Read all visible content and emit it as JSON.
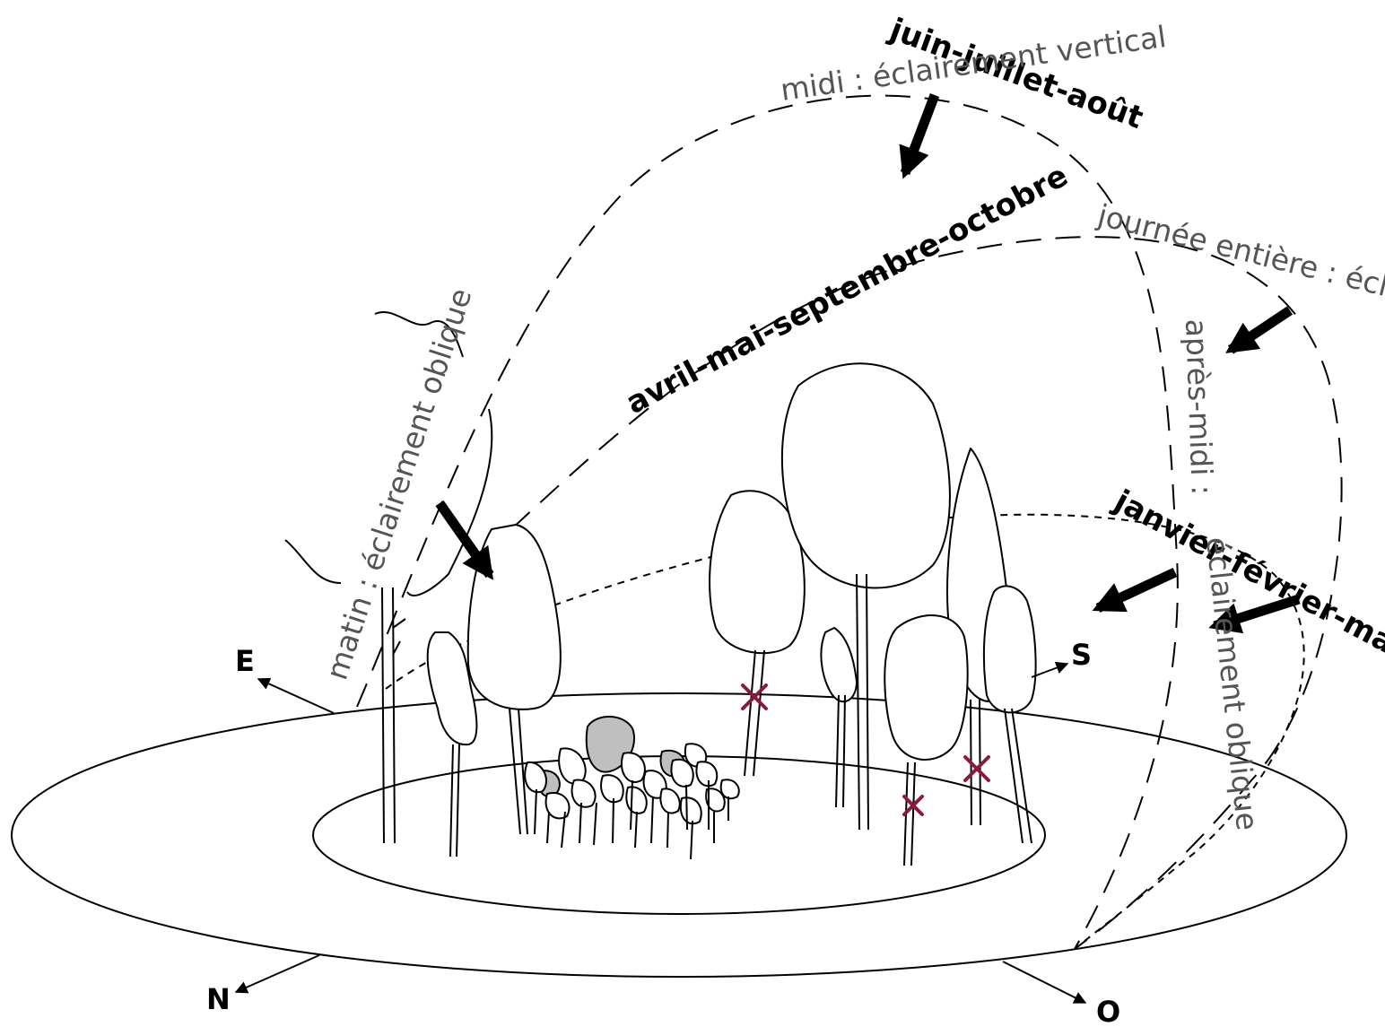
{
  "seasons": {
    "summer": "juin-juillet-août",
    "spring_autumn": "avril-mai-septembre-octobre",
    "winter": "janvier-février-mars-novembre-décembre"
  },
  "lighting": {
    "noon": "midi : éclairement vertical",
    "morning": "matin : éclairement oblique",
    "full_day": "journée entière : éclairement oblique",
    "afternoon_a": "après-midi :",
    "afternoon_b": "éclairement oblique"
  },
  "cardinal": {
    "east": "E",
    "south": "S",
    "north": "N",
    "west": "O"
  },
  "colors": {
    "ink": "#000000",
    "light_label": "#555555",
    "cross_marker": "#8b1a3f",
    "shaded_foliage": "#bfbfbf"
  }
}
